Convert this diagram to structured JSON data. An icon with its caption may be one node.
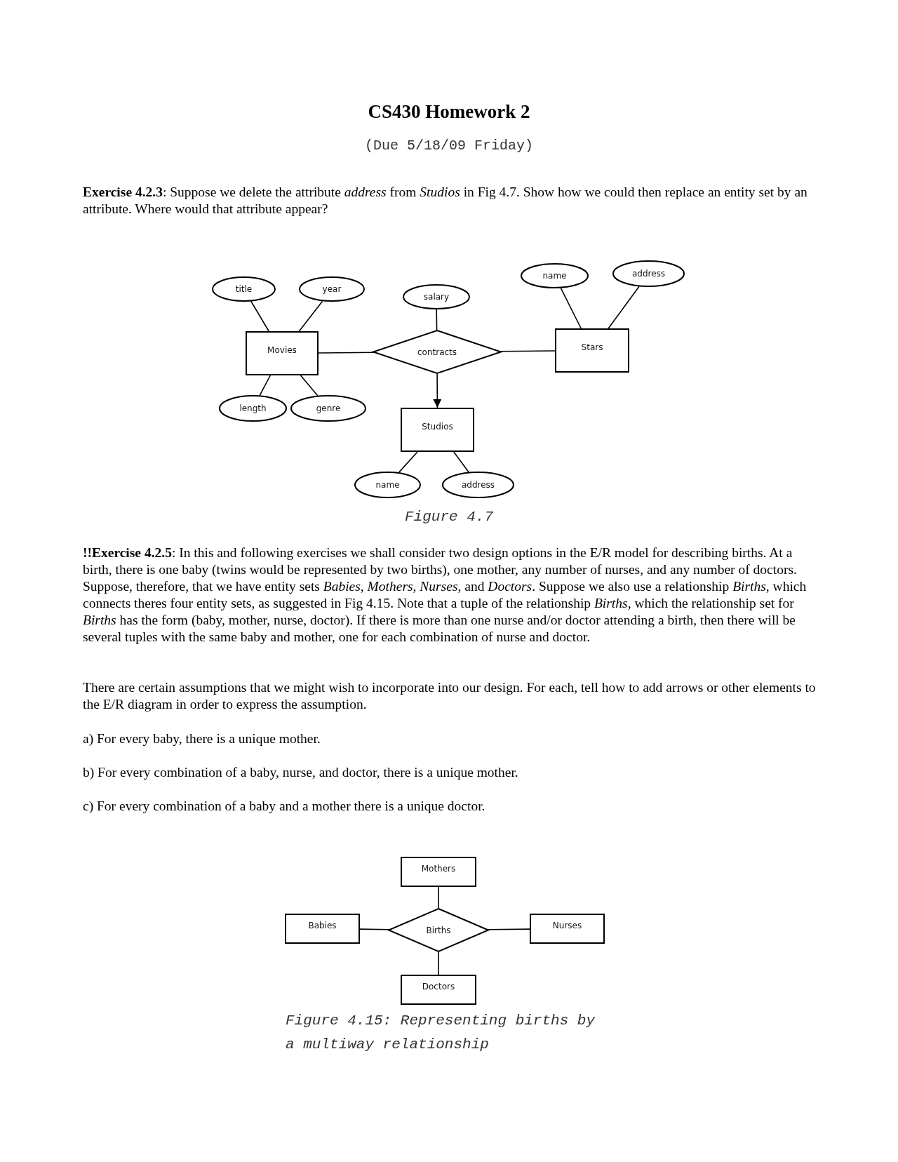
{
  "diagram": {
    "title": "CS430 Homework 2",
    "nodes": [
      {
        "text": [
          "title"
        ]
      },
      {
        "text": [
          "year"
        ]
      },
      {
        "text": [
          "salary"
        ]
      },
      {
        "text": [
          "name"
        ]
      },
      {
        "text": [
          "address"
        ]
      },
      {
        "text": [
          "Movies"
        ]
      },
      {
        "text": [
          "contracts"
        ]
      },
      {
        "text": [
          "Stars"
        ]
      },
      {
        "text": [
          "length"
        ]
      },
      {
        "text": [
          "genre"
        ]
      },
      {
        "text": [
          "Studios"
        ]
      },
      {
        "text": [
          "name"
        ]
      },
      {
        "text": [
          "address"
        ]
      },
      {
        "text": [
          "Mothers"
        ]
      },
      {
        "text": [
          "Babies"
        ]
      },
      {
        "text": [
          "Births"
        ]
      },
      {
        "text": [
          "Nurses"
        ]
      },
      {
        "text": [
          "Doctors"
        ]
      }
    ],
    "edges": [
      {
        "from": 0,
        "to": 5,
        "arrow": "none"
      },
      {
        "from": 1,
        "to": 5,
        "arrow": "none"
      },
      {
        "from": 5,
        "to": 6,
        "arrow": "none"
      },
      {
        "from": 2,
        "to": 6,
        "arrow": "none"
      },
      {
        "from": 6,
        "to": 7,
        "arrow": "none"
      },
      {
        "from": 3,
        "to": 7,
        "arrow": "none"
      },
      {
        "from": 4,
        "to": 7,
        "arrow": "none"
      },
      {
        "from": 5,
        "to": 8,
        "arrow": "none"
      },
      {
        "from": 5,
        "to": 9,
        "arrow": "none"
      },
      {
        "from": 6,
        "to": 10,
        "arrow": "to"
      },
      {
        "from": 10,
        "to": 11,
        "arrow": "none"
      },
      {
        "from": 10,
        "to": 12,
        "arrow": "none"
      },
      {
        "from": 13,
        "to": 15,
        "arrow": "none"
      },
      {
        "from": 14,
        "to": 15,
        "arrow": "none"
      },
      {
        "from": 15,
        "to": 16,
        "arrow": "none"
      },
      {
        "from": 15,
        "to": 17,
        "arrow": "none"
      }
    ],
    "labels": [
      "(Due 5/18/09 Friday)",
      "**Exercise 4.2.3**: Suppose we delete the attribute *address* from *Studios* in Fig 4.7.  Show how we could then replace an entity set by an attribute. Where would that attribute appear?",
      "Figure 4.7",
      "**!!Exercise 4.2.5**: In this and following exercises we shall consider two design options in the E/R model for describing births. At a birth, there is one baby (twins would be represented by two births), one mother, any number of nurses, and any number of doctors. Suppose, therefore, that we have entity sets *Babies*, *Mothers*, *Nurses*, and *Doctors*. Suppose we also use a relationship *Births*, which connects theres four entity sets, as suggested in Fig 4.15. Note that a tuple of the relationship *Births*, which the relationship set for *Births* has the form (baby, mother, nurse, doctor). If there is more than one nurse and/or doctor attending a birth, then there will be several tuples with the same baby and mother, one for each combination of nurse and doctor.",
      "There are certain assumptions that we might wish to incorporate into our design. For each, tell how to add arrows or other elements to the E/R diagram in order to express the assumption.",
      "a) For every baby, there is a unique mother.",
      "b) For every combination of a baby, nurse, and doctor, there is a unique mother.",
      "c) For every combination of a baby and a mother there is a unique doctor.",
      "Figure 4.15: Representing births by a multiway relationship"
    ]
  }
}
